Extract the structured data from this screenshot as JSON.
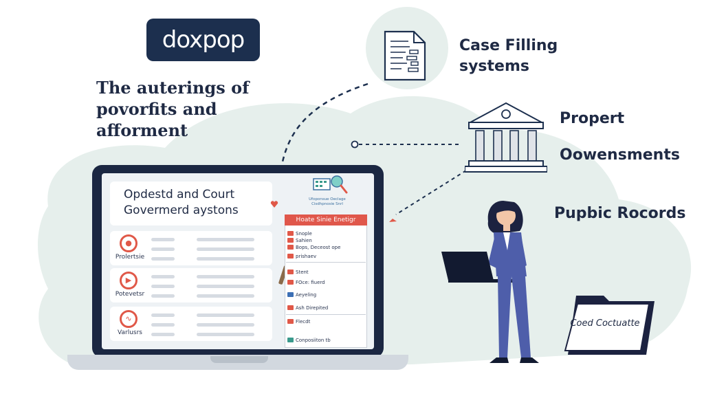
{
  "logo": {
    "text": "doxpop"
  },
  "headline": {
    "text": "The auterings of povorfits and afforment"
  },
  "labels": {
    "case_filing": "Case Filling systems",
    "propert": "Propert",
    "governments": "Oowensments",
    "public_records": "Pupbic Rocords"
  },
  "screen": {
    "title": "Opdestd and Court Govermerd aystons",
    "rows": [
      {
        "label": "Prolertsie",
        "icon": "circle-icon"
      },
      {
        "label": "Potevetsr",
        "icon": "play-icon"
      },
      {
        "label": "Varlusrs",
        "icon": "wave-icon"
      }
    ],
    "mini_caption": "Ufoponsue Oeclage Cisdhpnosie Snrl",
    "panel": {
      "header": "Hoate Sinie Enetigr",
      "items": [
        "Snople",
        "Sahien",
        "Bops, Deceost ope",
        "prishaev",
        "Stent",
        "FOce: fiuerd",
        "Aeyeling",
        "Ash Direpited",
        "Flecdt",
        "Conposiiton tb"
      ]
    }
  },
  "folder": {
    "text": "Coed Coctuatte"
  },
  "colors": {
    "navy": "#1c2f4e",
    "accent_red": "#e05848",
    "blob": "#e4eeeb",
    "suit": "#4e5eaa"
  }
}
